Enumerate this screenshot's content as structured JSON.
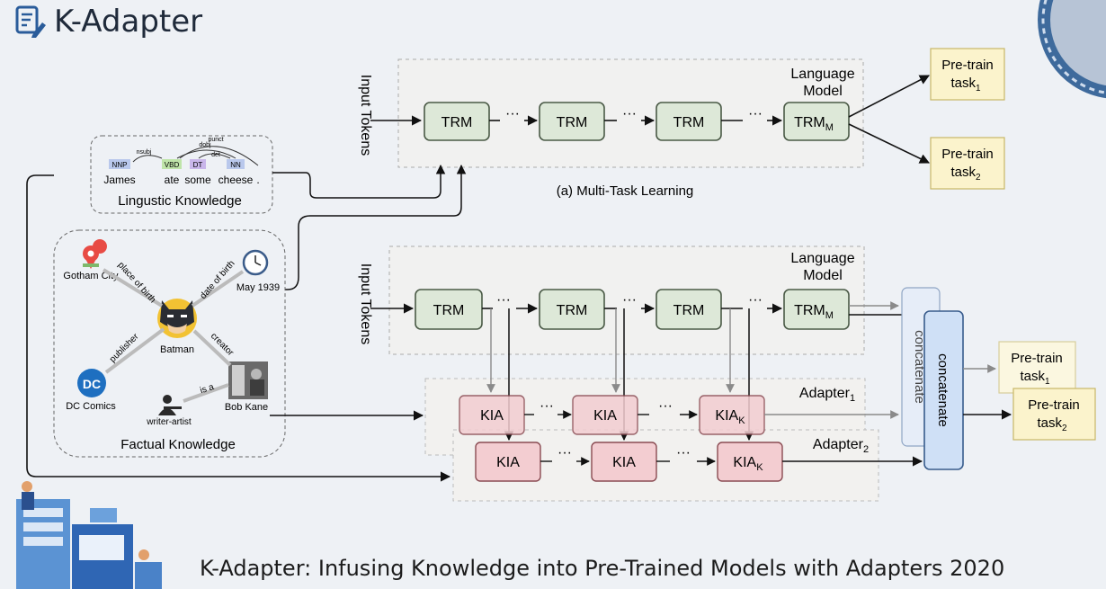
{
  "header": {
    "title": "K-Adapter"
  },
  "caption": "K-Adapter: Infusing Knowledge into Pre-Trained Models with Adapters 2020",
  "labels": {
    "input_tokens": "Input Tokens",
    "language_model_line1": "Language",
    "language_model_line2": "Model",
    "multitask_caption": "(a) Multi-Task Learning",
    "ellipsis": "···",
    "concatenate": "concatenate",
    "adapter": "Adapter",
    "adapter1_sub": "1",
    "adapter2_sub": "2"
  },
  "blocks": {
    "trm": "TRM",
    "trm_m": "TRM",
    "trm_m_sub": "M",
    "kia": "KIA",
    "kia_k_sub": "K"
  },
  "pretrain": {
    "line1": "Pre-train",
    "line2": "task",
    "sub1": "1",
    "sub2": "2"
  },
  "linguistic": {
    "title": "Lingustic Knowledge",
    "words": [
      "James",
      "ate",
      "some",
      "cheese",
      "."
    ],
    "tags": [
      "NNP",
      "VBD",
      "DT",
      "NN"
    ],
    "arcs": [
      "nsubj",
      "dobj",
      "det",
      "punct"
    ]
  },
  "factual": {
    "title": "Factual Knowledge",
    "entities": {
      "gotham": "Gotham City",
      "may": "May 1939",
      "batman": "Batman",
      "dc": "DC Comics",
      "bobkane": "Bob Kane",
      "writer": "writer-artist"
    },
    "relations": {
      "pob": "place of birth",
      "dob": "date of birth",
      "publisher": "publisher",
      "creator": "creator",
      "isa": "is a"
    },
    "dc_logo": "DC"
  },
  "colors": {
    "trm_fill": "#dde8d8",
    "trm_stroke": "#4a5a46",
    "kia_fill": "#f3cdd1",
    "kia_stroke": "#8a4b52",
    "task_fill": "#fbf3cc",
    "task_stroke": "#c8b767",
    "concat_fill": "#cfe0f6",
    "concat_stroke": "#385c8c",
    "background": "#eef1f5"
  },
  "icons": [
    "document-pen-icon",
    "map-pin-icon",
    "clock-icon",
    "batman-icon",
    "dc-logo-icon",
    "person-icon",
    "photo-icon"
  ]
}
